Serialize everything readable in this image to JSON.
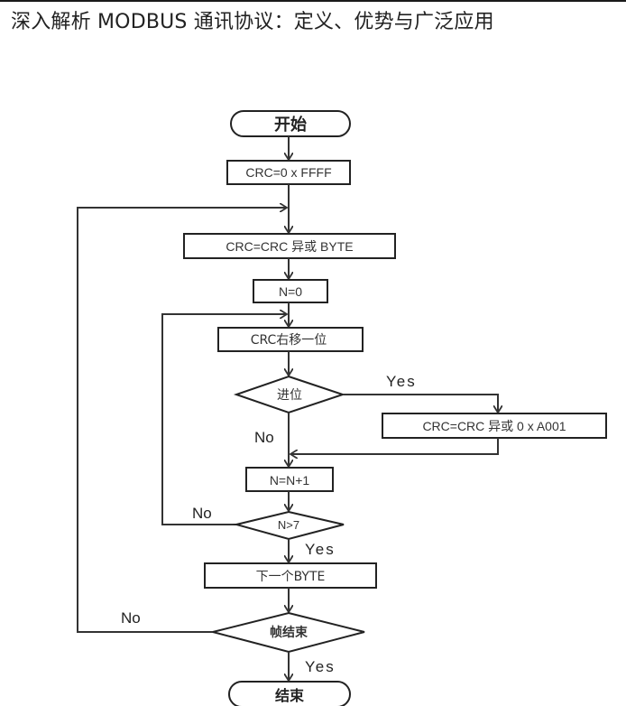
{
  "page": {
    "title": "深入解析 MODBUS 通讯协议：定义、优势与广泛应用"
  },
  "flowchart": {
    "nodes": {
      "start": "开始",
      "init": "CRC=0 x FFFF",
      "xor_byte": "CRC=CRC  异或  BYTE",
      "n_zero": "N=0",
      "shift": "CRC右移一位",
      "carry": "进位",
      "xor_poly": "CRC=CRC  异或  0 x A001",
      "n_inc": "N=N+1",
      "n_check": "N>7",
      "next_byte": "下一个BYTE",
      "frame_end": "帧结束",
      "end": "结束"
    },
    "edge_labels": {
      "carry_yes": "Yes",
      "carry_no": "No",
      "n_check_no": "No",
      "n_check_yes": "Yes",
      "frame_no": "No",
      "frame_yes": "Yes"
    }
  }
}
